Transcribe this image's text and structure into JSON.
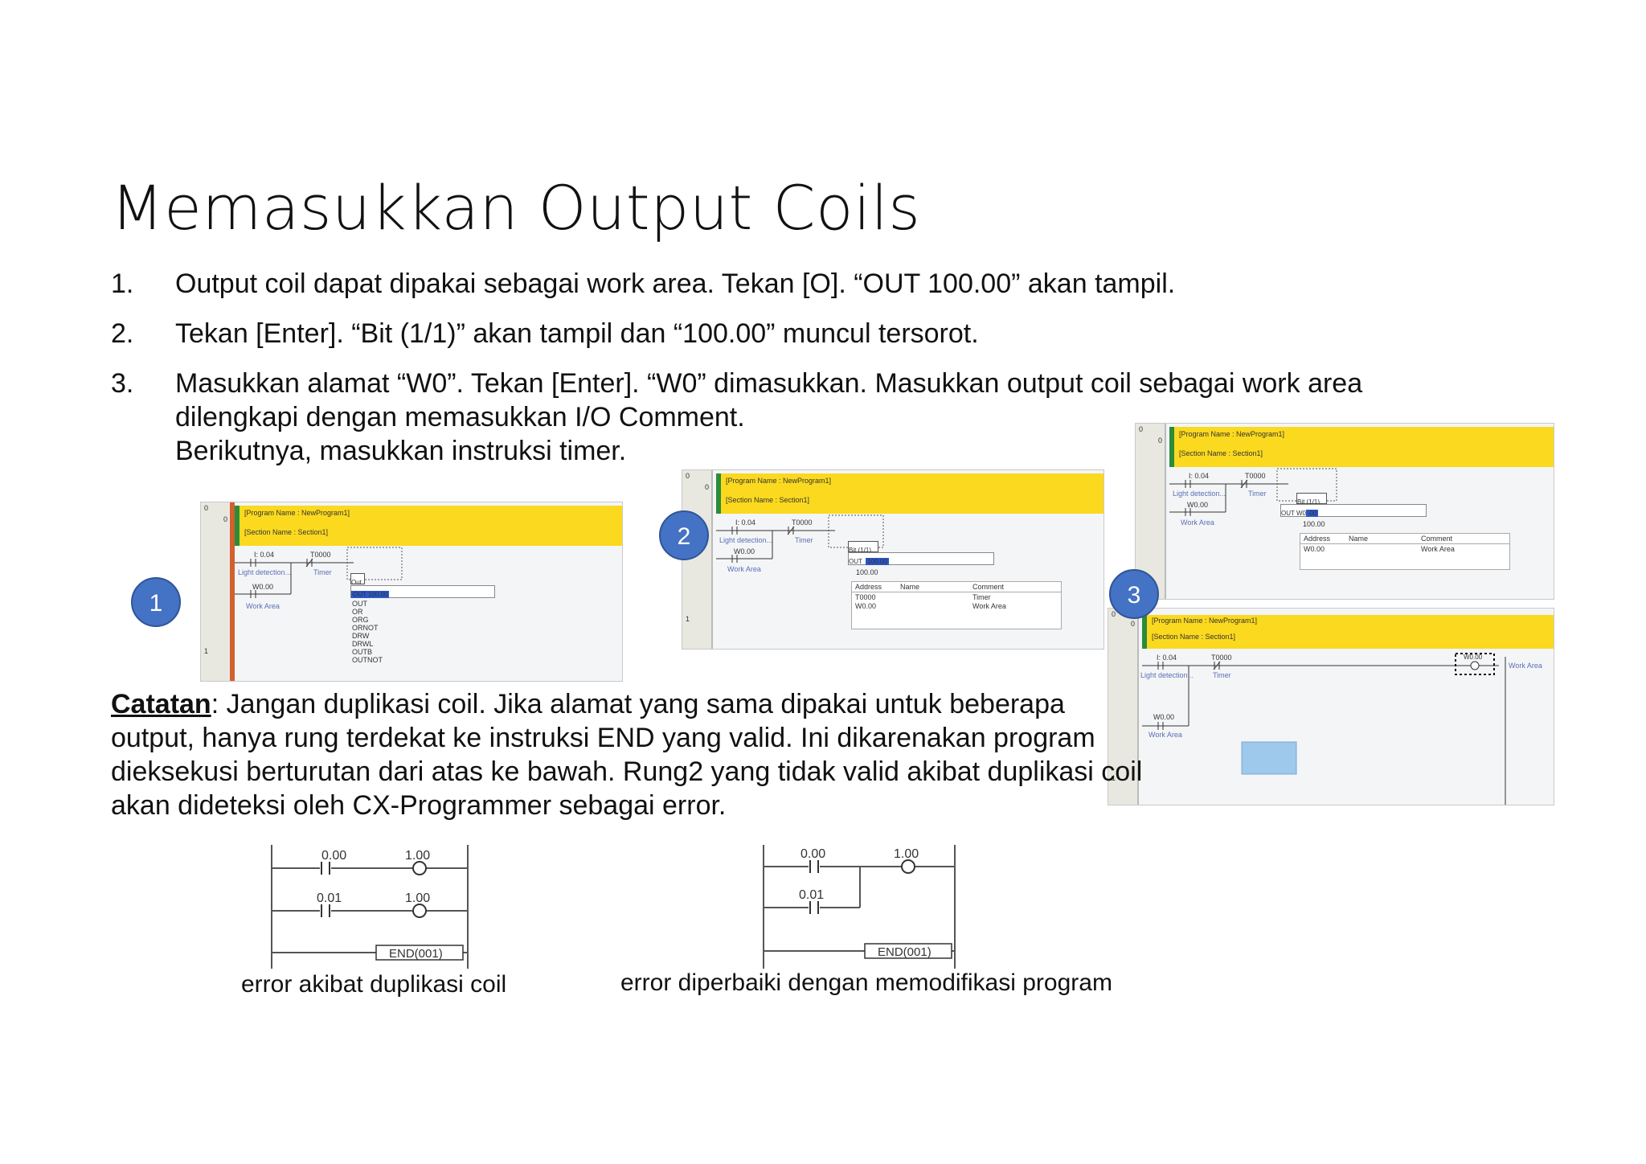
{
  "title": "Memasukkan Output Coils",
  "steps": [
    {
      "num": "1.",
      "text": "Output coil dapat dipakai sebagai work area. Tekan [O]. “OUT 100.00” akan tampil."
    },
    {
      "num": "2.",
      "text": "Tekan [Enter]. “Bit (1/1)” akan tampil dan “100.00” muncul tersorot."
    },
    {
      "num": "3.",
      "text": "Masukkan alamat “W0”. Tekan [Enter]. “W0” dimasukkan. Masukkan output coil sebagai work area",
      "cont1": "dilengkapi dengan memasukkan I/O Comment.",
      "cont2": "Berikutnya, masukkan instruksi timer."
    }
  ],
  "note": {
    "label": "Catatan",
    "text": ": Jangan duplikasi coil. Jika alamat yang sama dipakai untuk beberapa output, hanya rung terdekat ke instruksi END yang valid. Ini dikarenakan program dieksekusi berturutan dari atas ke bawah. Rung2 yang tidak valid akibat duplikasi coil akan dideteksi oleh CX-Programmer sebagai error."
  },
  "markers": [
    "1",
    "2",
    "3"
  ],
  "screenshot": {
    "program_name": "[Program Name : NewProgram1]",
    "section_name": "[Section Name : Section1]",
    "contact1": "I: 0.04",
    "contact2": "T0000",
    "contact3": "W0.00",
    "label_light": "Light detection...",
    "label_timer": "Timer",
    "label_work": "Work Area",
    "rung0": "0",
    "rung1": "1",
    "s1_dialog_title": "Out",
    "s1_input": "OUT 100.00",
    "s1_options": [
      "OUT",
      "OR",
      "ORG",
      "ORNOT",
      "DRW",
      "DRWL",
      "OUTB",
      "OUTNOT"
    ],
    "s2_dialog_title": "Bit (1/1)",
    "s2_out_prefix": "OUT",
    "s2_input": "100.00",
    "s2_value": "100.00",
    "s2_table_headers": [
      "Address",
      "Name",
      "Comment"
    ],
    "s2_rows": [
      [
        "T0000",
        "",
        "Timer"
      ],
      [
        "W0.00",
        "",
        "Work Area"
      ]
    ],
    "s3a_out_prefix": "OUT W0",
    "s3a_input_sel": ".00",
    "s3a_value": "100.00",
    "s3a_row": [
      "W0.00",
      "",
      "Work Area"
    ],
    "s3b_coil": "W0.00",
    "s3b_coil_label": "Work Area"
  },
  "ladders": {
    "left": {
      "c1": "0.00",
      "o1": "1.00",
      "c2": "0.01",
      "o2": "1.00",
      "end": "END(001)",
      "caption": "error akibat duplikasi coil"
    },
    "right": {
      "c1": "0.00",
      "o1": "1.00",
      "c2": "0.01",
      "end": "END(001)",
      "caption": "error diperbaiki dengan memodifikasi program"
    }
  }
}
